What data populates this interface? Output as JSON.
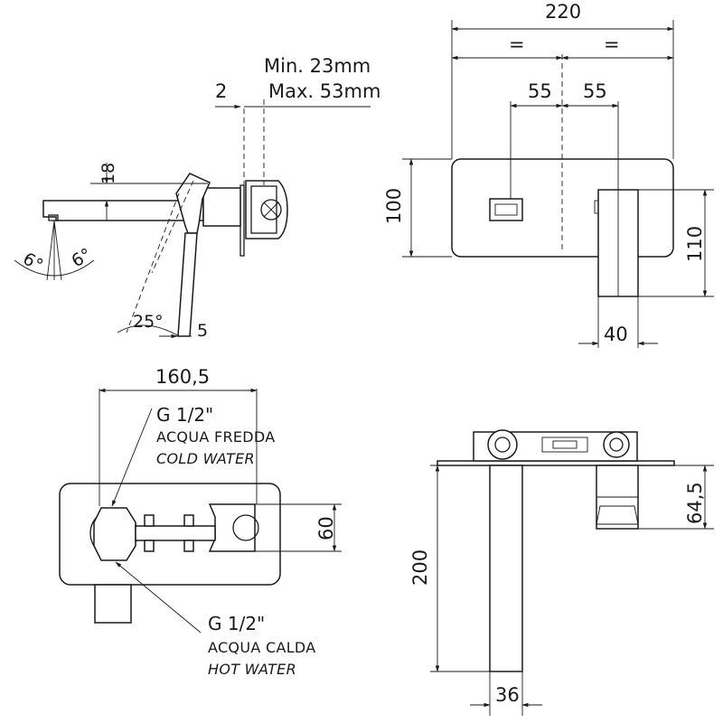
{
  "side_view": {
    "dim_thickness": "2",
    "dim_min": "Min. 23mm",
    "dim_max": "Max. 53mm",
    "dim_spout_height": "18",
    "angle_left": "6°",
    "angle_right": "6°",
    "angle_lever": "25°",
    "dim_lever": "5"
  },
  "front_view": {
    "dim_width": "220",
    "dim_equal_left": "=",
    "dim_equal_right": "=",
    "dim_left_offset": "55",
    "dim_right_offset": "55",
    "dim_height": "100",
    "dim_lever_height": "110",
    "dim_lever_width": "40"
  },
  "back_view": {
    "dim_length": "160,5",
    "dim_height": "60",
    "cold": {
      "thread": "G 1/2\"",
      "label_it": "ACQUA FREDDA",
      "label_en": "COLD WATER"
    },
    "hot": {
      "thread": "G 1/2\"",
      "label_it": "ACQUA CALDA",
      "label_en": "HOT WATER"
    }
  },
  "top_view": {
    "dim_depth": "200",
    "dim_spout_width": "36",
    "dim_body": "64,5"
  }
}
